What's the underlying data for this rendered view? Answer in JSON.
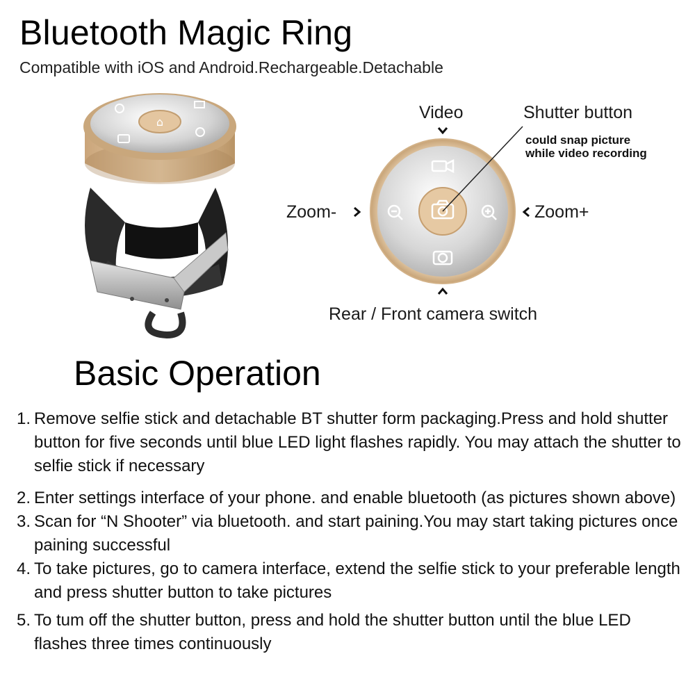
{
  "header": {
    "title": "Bluetooth Magic Ring",
    "subtitle": "Compatible with iOS and Android.Rechargeable.Detachable"
  },
  "diagram": {
    "label_video": "Video",
    "label_shutter": "Shutter button",
    "shutter_note": "could snap picture while video recording",
    "label_zoom_minus": "Zoom-",
    "label_zoom_plus": "Zoom+",
    "label_camera_switch": "Rear / Front camera switch",
    "icons": [
      "video-icon",
      "zoom-out-icon",
      "camera-icon",
      "zoom-in-icon",
      "camera-switch-icon"
    ]
  },
  "section": {
    "heading": "Basic Operation"
  },
  "steps": [
    {
      "num": "1.",
      "text": "Remove selfie stick and detachable BT shutter form packaging.Press and hold shutter button for five seconds until blue LED light flashes rapidly. You may attach the shutter to selfie stick if necessary"
    },
    {
      "num": "2.",
      "text": "Enter settings interface of your phone. and enable bluetooth (as pictures shown above)"
    },
    {
      "num": "3.",
      "text": "Scan for “N Shooter” via bluetooth. and start paining.You may start taking pictures once paining successful"
    },
    {
      "num": "4.",
      "text": "To take pictures, go to camera interface, extend the selfie stick to your preferable length and press shutter button to take pictures"
    },
    {
      "num": "5.",
      "text": "To tum off the shutter button, press and hold the shutter button until the blue LED flashes three times continuously"
    }
  ],
  "colors": {
    "gold": "#d6b58c",
    "gold_dark": "#b8925f",
    "silver": "#d9d9d9",
    "strap": "#262626"
  }
}
